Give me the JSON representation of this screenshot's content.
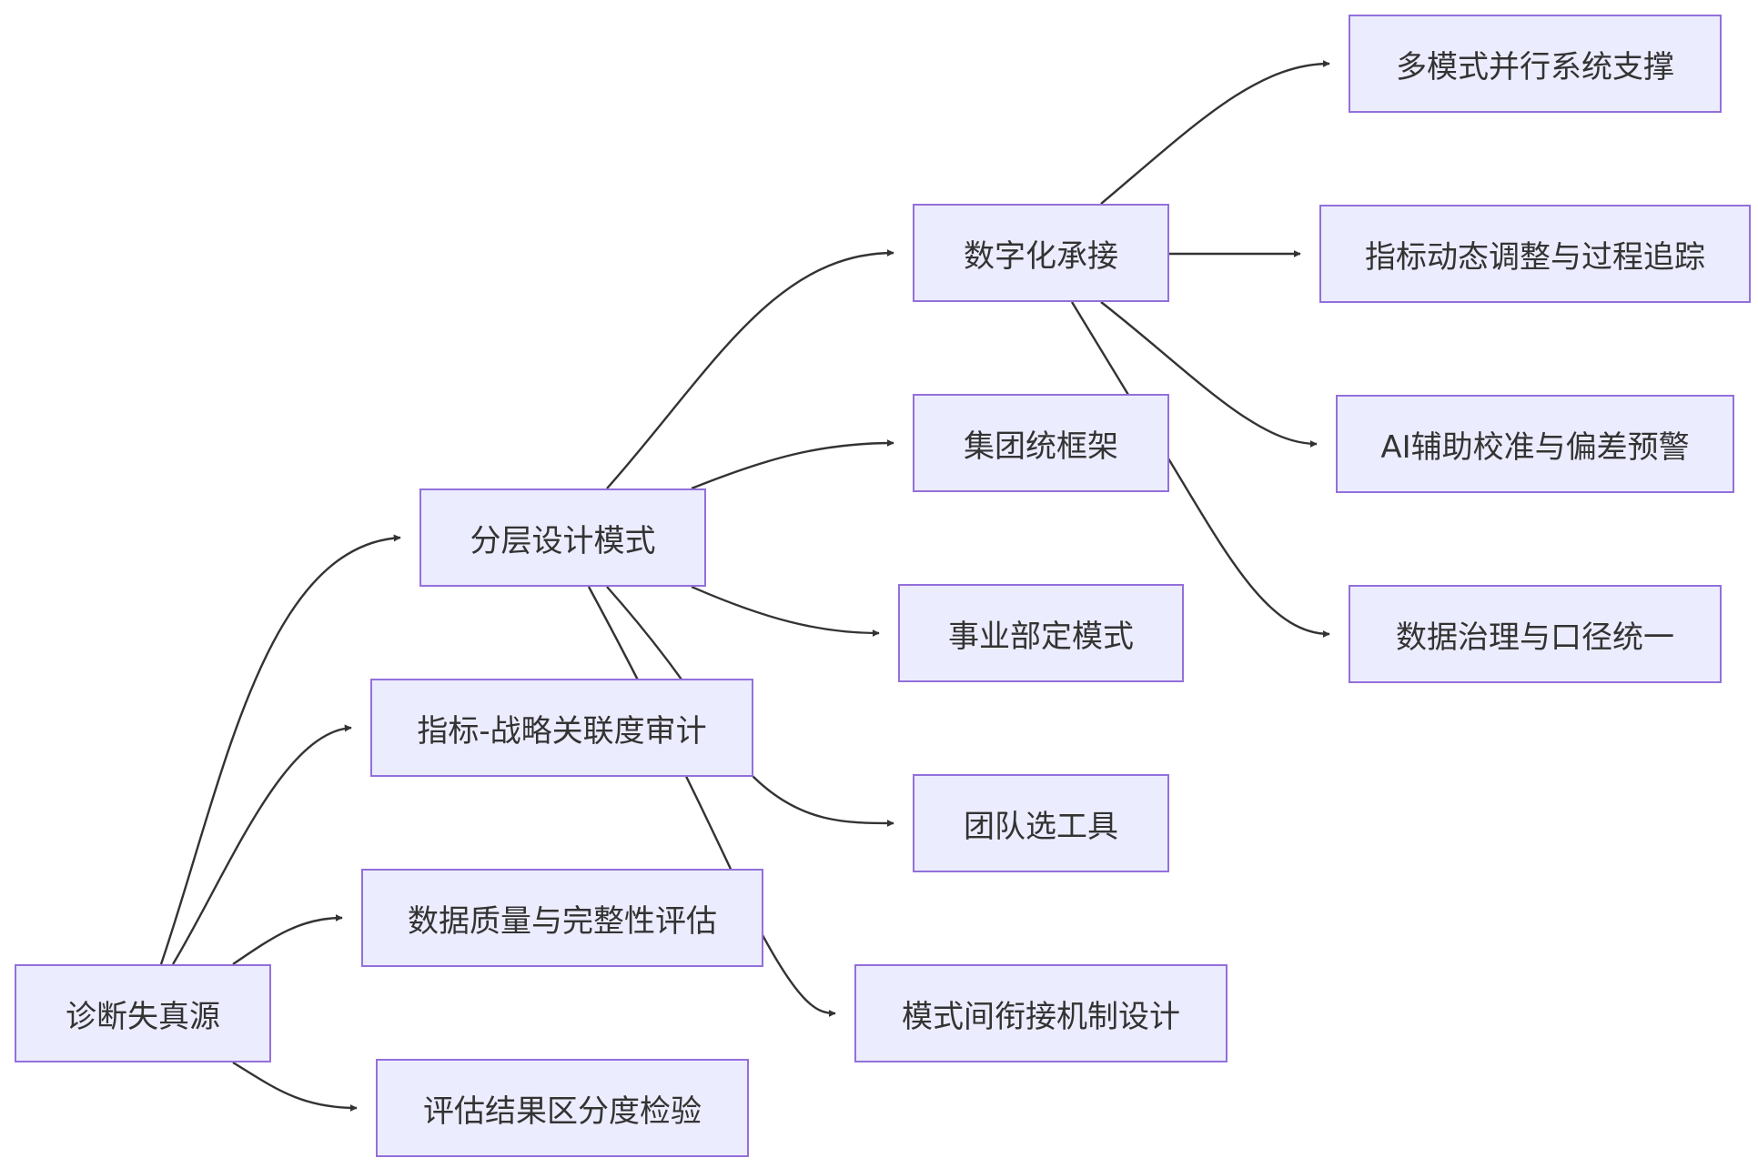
{
  "diagram": {
    "nodes": [
      {
        "id": "diag",
        "label": "诊断失真源"
      },
      {
        "id": "layer",
        "label": "分层设计模式"
      },
      {
        "id": "align",
        "label": "指标-战略关联度审计"
      },
      {
        "id": "dq",
        "label": "数据质量与完整性评估"
      },
      {
        "id": "disc",
        "label": "评估结果区分度检验"
      },
      {
        "id": "digital",
        "label": "数字化承接"
      },
      {
        "id": "group",
        "label": "集团统框架"
      },
      {
        "id": "bu",
        "label": "事业部定模式"
      },
      {
        "id": "team",
        "label": "团队选工具"
      },
      {
        "id": "bridge",
        "label": "模式间衔接机制设计"
      },
      {
        "id": "multi",
        "label": "多模式并行系统支撑"
      },
      {
        "id": "dyn",
        "label": "指标动态调整与过程追踪"
      },
      {
        "id": "ai",
        "label": "AI辅助校准与偏差预警"
      },
      {
        "id": "gov",
        "label": "数据治理与口径统一"
      }
    ],
    "edges": [
      {
        "from": "diag",
        "to": "layer"
      },
      {
        "from": "diag",
        "to": "align"
      },
      {
        "from": "diag",
        "to": "dq"
      },
      {
        "from": "diag",
        "to": "disc"
      },
      {
        "from": "layer",
        "to": "digital"
      },
      {
        "from": "layer",
        "to": "group"
      },
      {
        "from": "layer",
        "to": "bu"
      },
      {
        "from": "layer",
        "to": "team"
      },
      {
        "from": "layer",
        "to": "bridge"
      },
      {
        "from": "digital",
        "to": "multi"
      },
      {
        "from": "digital",
        "to": "dyn"
      },
      {
        "from": "digital",
        "to": "ai"
      },
      {
        "from": "digital",
        "to": "gov"
      }
    ]
  }
}
